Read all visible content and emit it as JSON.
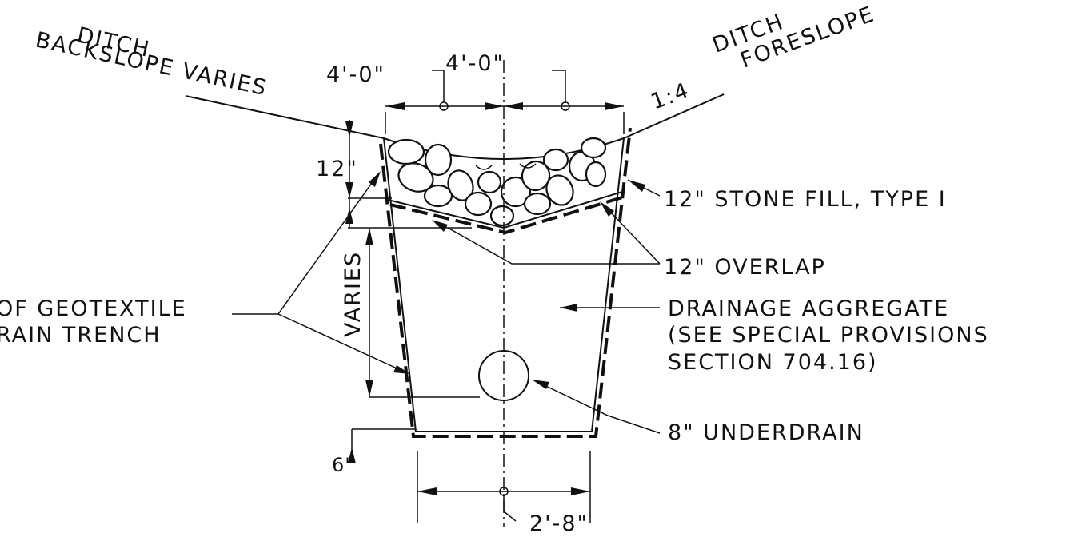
{
  "labels": {
    "ditch_backslope_line1": "DITCH",
    "ditch_backslope_line2": "BACKSLOPE VARIES",
    "ditch_foreslope_line1": "DITCH",
    "ditch_foreslope_line2": "FORESLOPE",
    "foreslope_ratio": "1:4",
    "dim_left_top": "4'-0\"",
    "dim_right_top": "4'-0\"",
    "dim_stone_depth": "12\"",
    "dim_varies": "VARIES",
    "dim_bottom_6": "6\"",
    "dim_bottom_width": "2'-8\"",
    "stone_fill": "12\" STONE FILL, TYPE I",
    "overlap": "12\" OVERLAP",
    "geotextile_line1": "OF GEOTEXTILE",
    "geotextile_line2": "RAIN TRENCH",
    "drainage_line1": "DRAINAGE AGGREGATE",
    "drainage_line2": "(SEE SPECIAL PROVISIONS",
    "drainage_line3": "SECTION 704.16)",
    "underdrain": "8\" UNDERDRAIN"
  }
}
